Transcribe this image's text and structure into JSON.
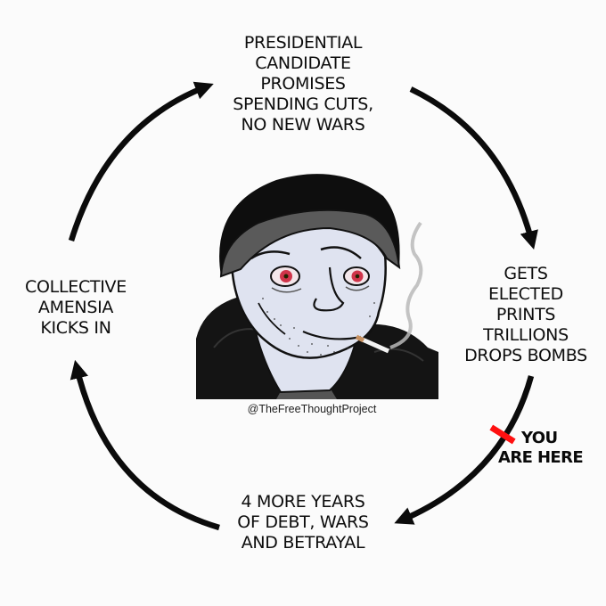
{
  "cycle": {
    "step_top": {
      "lines": [
        "PRESIDENTIAL",
        "CANDIDATE",
        "PROMISES",
        "SPENDING CUTS,",
        "NO NEW WARS"
      ]
    },
    "step_right": {
      "lines": [
        "GETS",
        "ELECTED",
        "PRINTS",
        "TRILLIONS",
        "DROPS BOMBS"
      ]
    },
    "step_bottom": {
      "lines": [
        "4 MORE YEARS",
        "OF DEBT, WARS",
        "AND BETRAYAL"
      ]
    },
    "step_left": {
      "lines": [
        "COLLECTIVE",
        "AMENSIA",
        "KICKS IN"
      ]
    },
    "marker": {
      "lines": [
        "YOU",
        "ARE HERE"
      ],
      "color": "#ff1010"
    },
    "arrow_direction": "clockwise",
    "arrow_color": "#0b0b0b"
  },
  "center_image": {
    "subject": "wojak-doomer-beanie-smoking-cigarette",
    "credit": "@TheFreeThoughtProject"
  },
  "colors": {
    "background": "#fbfbfb",
    "text": "#0d0d0d",
    "beanie": "#0e0e0e",
    "beanie_band": "#5a5a5a",
    "skin": "#dfe3f0",
    "eye": "#d0344a",
    "hoodie": "#141414"
  }
}
